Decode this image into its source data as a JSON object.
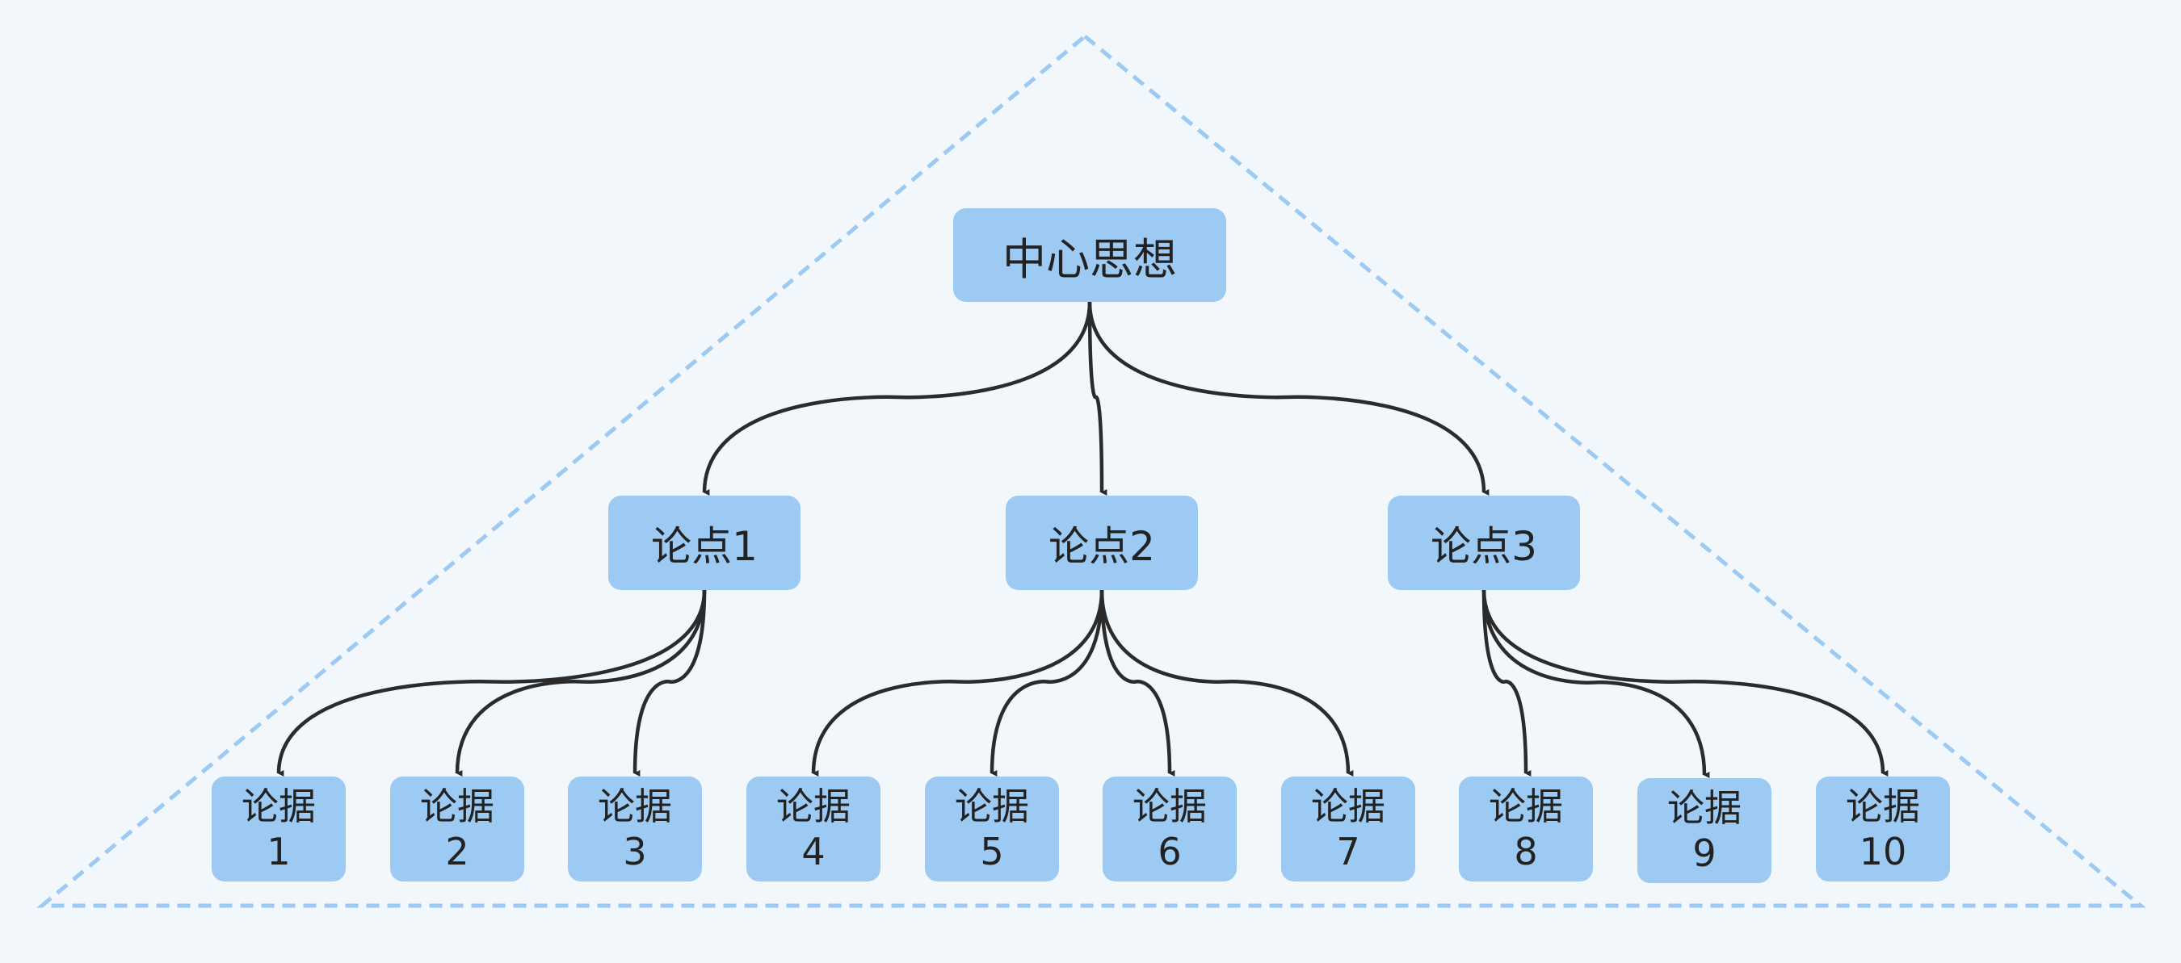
{
  "colors": {
    "background": "#f2f7fc",
    "node_fill": "#9ccaf2",
    "connector": "#2b2b2b",
    "outline_dashed": "#9ccaf2",
    "text": "#222222"
  },
  "root": {
    "label": "中心思想"
  },
  "arguments": [
    {
      "label": "论点1"
    },
    {
      "label": "论点2"
    },
    {
      "label": "论点3"
    }
  ],
  "evidence": [
    {
      "line1": "论据",
      "line2": "1",
      "parent": 0
    },
    {
      "line1": "论据",
      "line2": "2",
      "parent": 0
    },
    {
      "line1": "论据",
      "line2": "3",
      "parent": 0
    },
    {
      "line1": "论据",
      "line2": "4",
      "parent": 1
    },
    {
      "line1": "论据",
      "line2": "5",
      "parent": 1
    },
    {
      "line1": "论据",
      "line2": "6",
      "parent": 1
    },
    {
      "line1": "论据",
      "line2": "7",
      "parent": 1
    },
    {
      "line1": "论据",
      "line2": "8",
      "parent": 2
    },
    {
      "line1": "论据",
      "line2": "9",
      "parent": 2
    },
    {
      "line1": "论据",
      "line2": "10",
      "parent": 2
    }
  ]
}
